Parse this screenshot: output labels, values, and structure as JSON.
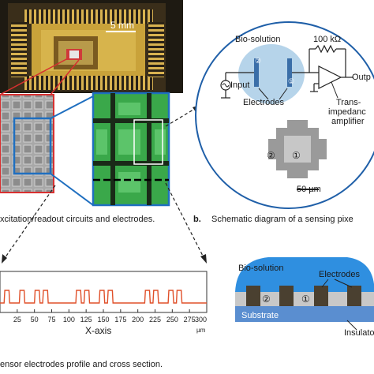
{
  "panel_a": {
    "scale_label": "5 mm",
    "caption": "xcitation/readout circuits and electrodes."
  },
  "panel_b": {
    "label": "b.",
    "caption": "Schematic diagram of  a sensing pixe",
    "bio_solution": "Bio-solution",
    "resistor": "100 kΩ",
    "input": "Input",
    "output": "Outp",
    "electrodes": "Electrodes",
    "tia_line1": "Trans-",
    "tia_line2": "impedanc",
    "tia_line3": "amplifier",
    "scale": "50 µm",
    "node1": "①",
    "node2": "②"
  },
  "panel_c": {
    "caption": "ensor electrodes profile and cross section.",
    "chart_data": {
      "type": "line",
      "xlabel": "X-axis",
      "ylabel": "",
      "xunit": "µm",
      "xlim": [
        0,
        300
      ],
      "xticks": [
        25,
        50,
        75,
        100,
        125,
        150,
        175,
        200,
        225,
        250,
        275,
        300
      ],
      "series": [
        {
          "color": "#e0502a",
          "x": [
            0,
            6,
            7,
            13,
            14,
            28,
            29,
            35,
            36,
            50,
            51,
            57,
            58,
            62,
            63,
            69,
            70,
            110,
            111,
            117,
            118,
            122,
            123,
            129,
            130,
            144,
            145,
            151,
            152,
            156,
            157,
            163,
            164,
            210,
            211,
            217,
            218,
            222,
            223,
            229,
            230,
            244,
            245,
            251,
            252,
            256,
            257,
            263,
            264,
            300
          ],
          "y": [
            0,
            0,
            1,
            1,
            0,
            0,
            1,
            1,
            0,
            0,
            1,
            1,
            0,
            0,
            1,
            1,
            0,
            0,
            1,
            1,
            0,
            0,
            1,
            1,
            0,
            0,
            1,
            1,
            0,
            0,
            1,
            1,
            0,
            0,
            1,
            1,
            0,
            0,
            1,
            1,
            0,
            0,
            1,
            1,
            0,
            0,
            1,
            1,
            0,
            0
          ]
        }
      ]
    }
  },
  "panel_d": {
    "bio_solution": "Bio-solution",
    "electrodes": "Electrodes",
    "substrate": "Substrate",
    "insulator": "Insulato",
    "node1": "①",
    "node2": "②"
  },
  "colors": {
    "chip_gold": "#c9a23a",
    "chip_dark": "#2a2216",
    "sem_gray": "#9a9a9a",
    "micro_green": "#3aa84a",
    "highlight_blue": "#1f6fc0",
    "highlight_red": "#d83030",
    "solution_blue": "#2f8fe0",
    "bubble": "#a9cce6",
    "electrode": "#4a4030",
    "insulator_gray": "#c8c8c8",
    "substrate_blue": "#5a8ed0",
    "trace": "#e0502a"
  },
  "icons": [
    "ac-source-icon",
    "amplifier-icon",
    "resistor-icon",
    "arrow-icon"
  ]
}
